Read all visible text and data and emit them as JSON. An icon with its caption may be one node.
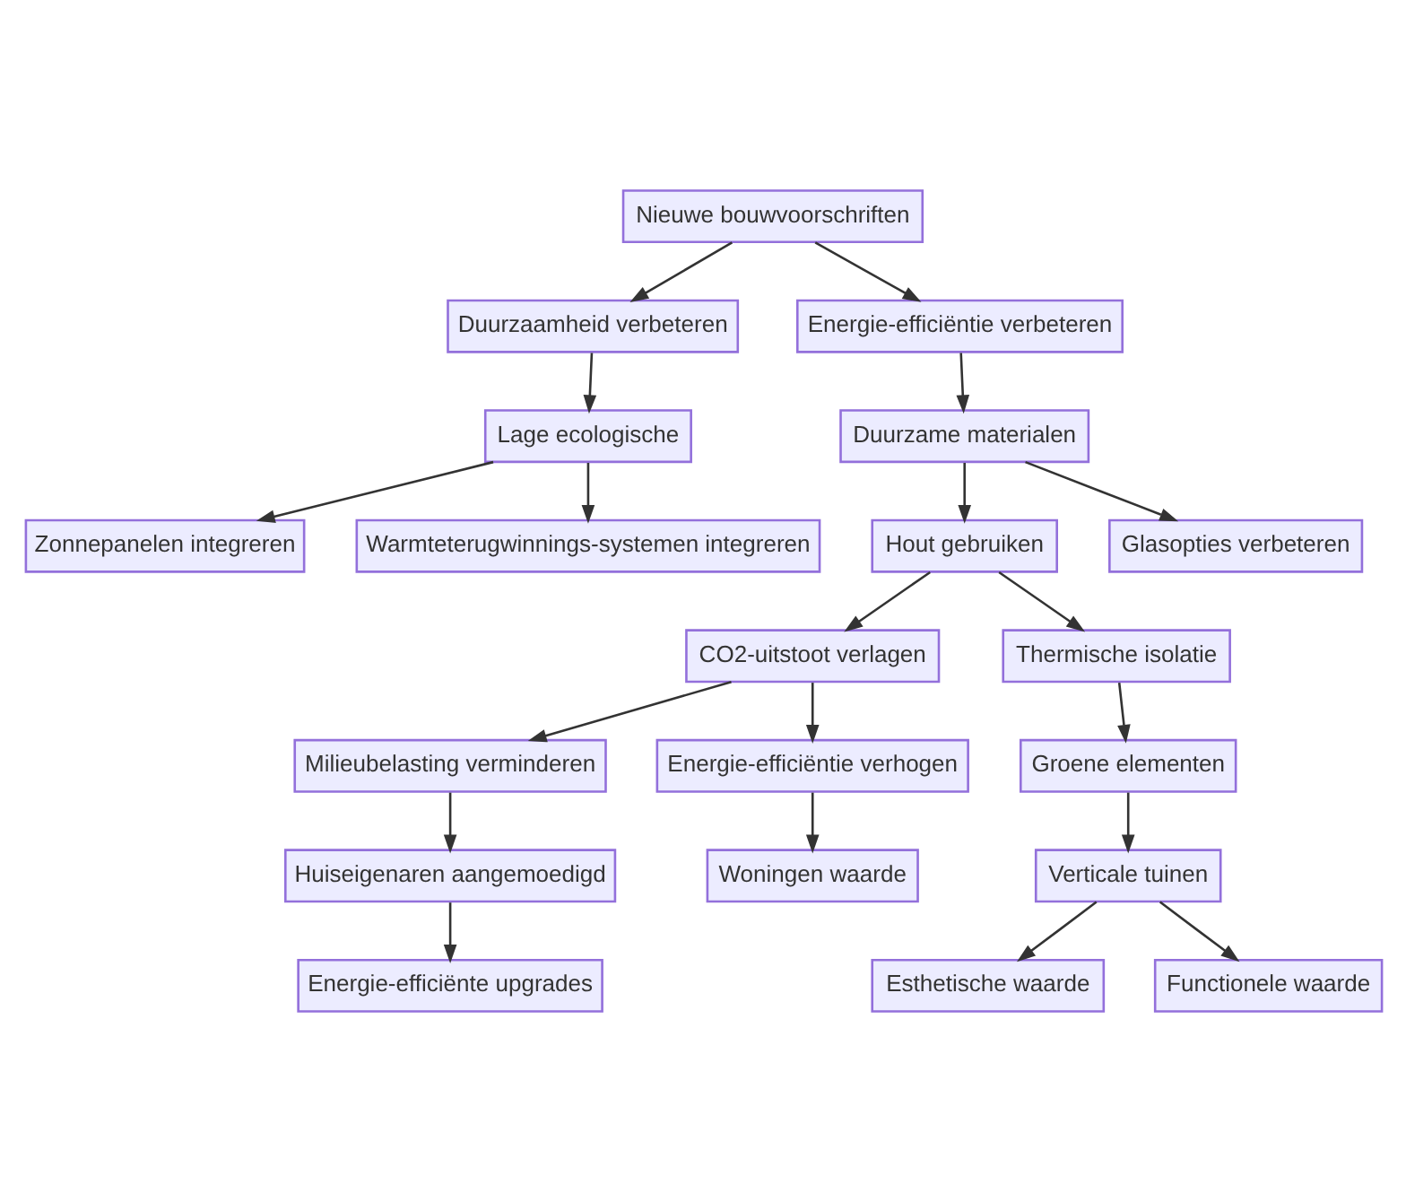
{
  "diagram": {
    "nodes": [
      {
        "text": [
          "Nieuwe bouwvoorschriften"
        ]
      },
      {
        "text": [
          "Duurzaamheid verbeteren"
        ]
      },
      {
        "text": [
          "Energie-efficiëntie verbeteren"
        ]
      },
      {
        "text": [
          "Lage ecologische"
        ]
      },
      {
        "text": [
          "Duurzame materialen"
        ]
      },
      {
        "text": [
          "Zonnepanelen integreren"
        ]
      },
      {
        "text": [
          "Warmteterugwinnings-systemen integreren"
        ]
      },
      {
        "text": [
          "Hout gebruiken"
        ]
      },
      {
        "text": [
          "Glasopties verbeteren"
        ]
      },
      {
        "text": [
          "CO2-uitstoot verlagen"
        ]
      },
      {
        "text": [
          "Thermische isolatie"
        ]
      },
      {
        "text": [
          "Milieubelasting verminderen"
        ]
      },
      {
        "text": [
          "Energie-efficiëntie verhogen"
        ]
      },
      {
        "text": [
          "Groene elementen"
        ]
      },
      {
        "text": [
          "Huiseigenaren aangemoedigd"
        ]
      },
      {
        "text": [
          "Woningen waarde"
        ]
      },
      {
        "text": [
          "Verticale tuinen"
        ]
      },
      {
        "text": [
          "Energie-efficiënte upgrades"
        ]
      },
      {
        "text": [
          "Esthetische waarde"
        ]
      },
      {
        "text": [
          "Functionele waarde"
        ]
      }
    ],
    "edges": [
      {
        "from": 0,
        "to": 1,
        "arrow": "to"
      },
      {
        "from": 0,
        "to": 2,
        "arrow": "to"
      },
      {
        "from": 1,
        "to": 3,
        "arrow": "to"
      },
      {
        "from": 2,
        "to": 4,
        "arrow": "to"
      },
      {
        "from": 3,
        "to": 5,
        "arrow": "to"
      },
      {
        "from": 3,
        "to": 6,
        "arrow": "to"
      },
      {
        "from": 4,
        "to": 7,
        "arrow": "to"
      },
      {
        "from": 4,
        "to": 8,
        "arrow": "to"
      },
      {
        "from": 7,
        "to": 9,
        "arrow": "to"
      },
      {
        "from": 7,
        "to": 10,
        "arrow": "to"
      },
      {
        "from": 9,
        "to": 11,
        "arrow": "to"
      },
      {
        "from": 9,
        "to": 12,
        "arrow": "to"
      },
      {
        "from": 10,
        "to": 13,
        "arrow": "to"
      },
      {
        "from": 11,
        "to": 14,
        "arrow": "to"
      },
      {
        "from": 12,
        "to": 15,
        "arrow": "to"
      },
      {
        "from": 13,
        "to": 16,
        "arrow": "to"
      },
      {
        "from": 14,
        "to": 17,
        "arrow": "to"
      },
      {
        "from": 16,
        "to": 18,
        "arrow": "to"
      },
      {
        "from": 16,
        "to": 19,
        "arrow": "to"
      }
    ]
  }
}
